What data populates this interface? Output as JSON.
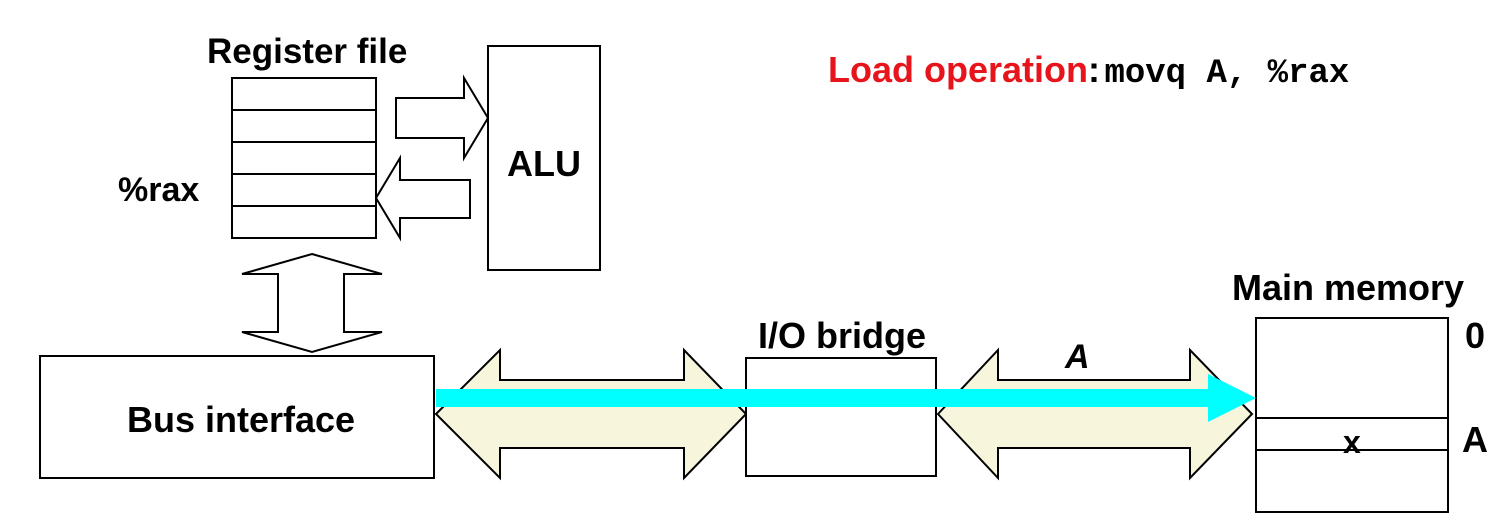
{
  "register_file": {
    "title": "Register file",
    "register_label": "%rax"
  },
  "alu": {
    "label": "ALU"
  },
  "bus_interface": {
    "label": "Bus interface"
  },
  "io_bridge": {
    "label": "I/O bridge"
  },
  "memory_bus": {
    "address_label": "A"
  },
  "main_memory": {
    "title": "Main memory",
    "address_zero": "0",
    "address_a": "A",
    "cell_value": "x"
  },
  "caption": {
    "op_label": "Load operation",
    "colon": ":",
    "instruction": "movq A, %rax"
  },
  "colors": {
    "accent_red": "#e8141b",
    "transfer_arrow": "#00ffff",
    "bus_fill": "#f7f5dc",
    "outline": "#000000"
  }
}
